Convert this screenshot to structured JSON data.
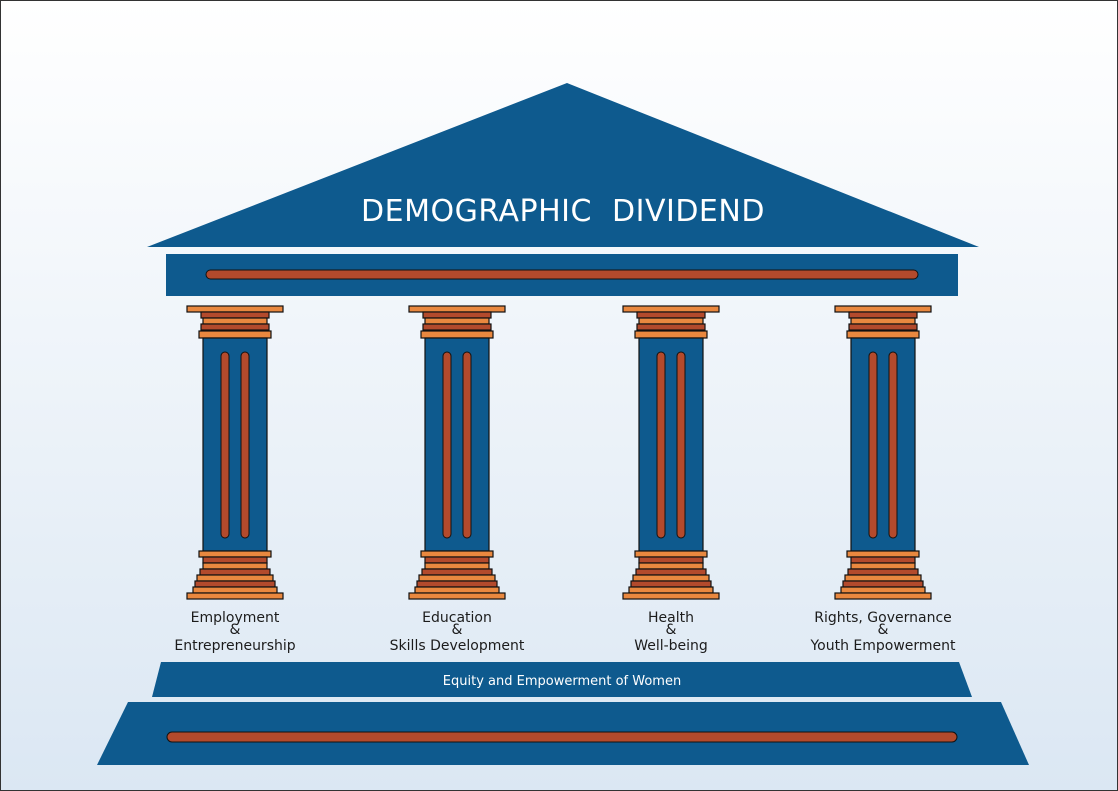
{
  "title": "DEMOGRAPHIC  DIVIDEND",
  "pillars": [
    {
      "lines": [
        "Employment",
        "&",
        "Entrepreneurship"
      ]
    },
    {
      "lines": [
        "Education",
        "&",
        "Skills Development"
      ]
    },
    {
      "lines": [
        "Health",
        "&",
        "Well-being"
      ]
    },
    {
      "lines": [
        "Rights, Governance",
        "&",
        "Youth Empowerment"
      ]
    }
  ],
  "foundation_label": "Equity and Empowerment of Women",
  "colors": {
    "navy": "#0e5a8e",
    "orange": "#e9883f",
    "rust": "#b34a2c",
    "outline": "#111111",
    "background_top": "#ffffff",
    "background_bottom": "#dbe7f3"
  }
}
